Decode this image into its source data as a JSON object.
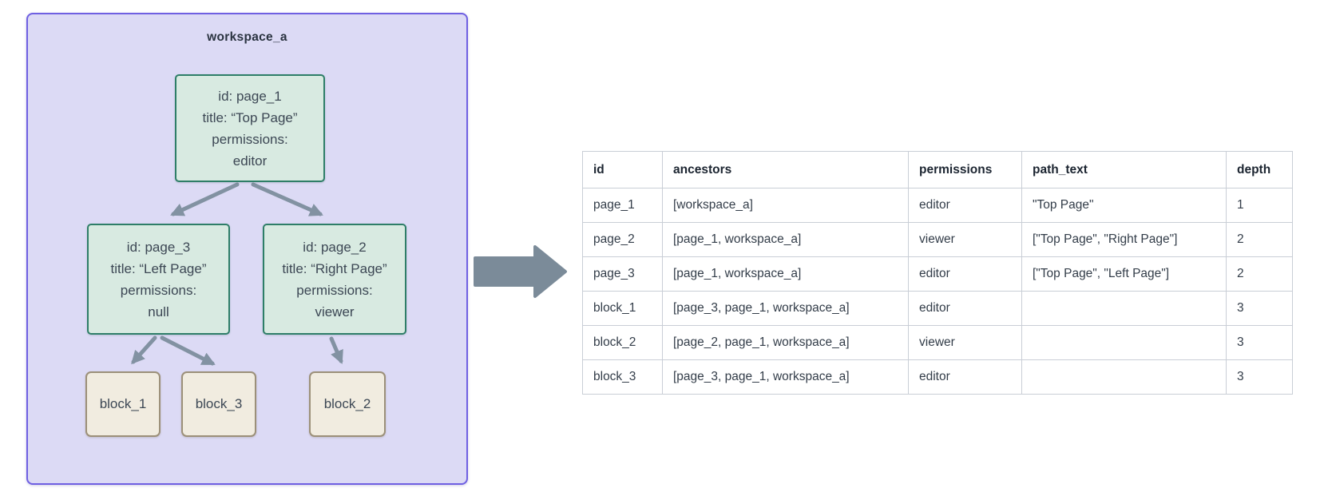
{
  "colors": {
    "workspace_fill": "#dcdaf5",
    "workspace_border": "#6f60e2",
    "page_node_fill": "#d8eae1",
    "page_node_border": "#2e7e68",
    "block_fill": "#f1ece0",
    "block_border": "#9c9079",
    "arrow_gray": "#8292a2",
    "flow_arrow_gray": "#7b8b99",
    "table_border": "#c9ced6"
  },
  "workspace": {
    "title": "workspace_a",
    "pages": {
      "page_1": {
        "id_line": "id: page_1",
        "title_line": "title: “Top Page”",
        "perm_label": "permissions:",
        "perm_value": "editor"
      },
      "page_3": {
        "id_line": "id: page_3",
        "title_line": "title: “Left Page”",
        "perm_label": "permissions:",
        "perm_value": "null"
      },
      "page_2": {
        "id_line": "id: page_2",
        "title_line": "title: “Right Page”",
        "perm_label": "permissions:",
        "perm_value": "viewer"
      }
    },
    "blocks": {
      "block_1": {
        "label": "block_1"
      },
      "block_3": {
        "label": "block_3"
      },
      "block_2": {
        "label": "block_2"
      }
    }
  },
  "table": {
    "columns": [
      "id",
      "ancestors",
      "permissions",
      "path_text",
      "depth"
    ],
    "rows": [
      [
        "page_1",
        "[workspace_a]",
        "editor",
        "\"Top Page\"",
        "1"
      ],
      [
        "page_2",
        "[page_1, workspace_a]",
        "viewer",
        "[\"Top Page\", \"Right Page\"]",
        "2"
      ],
      [
        "page_3",
        "[page_1, workspace_a]",
        "editor",
        "[\"Top Page\", \"Left Page\"]",
        "2"
      ],
      [
        "block_1",
        "[page_3, page_1, workspace_a]",
        "editor",
        "",
        "3"
      ],
      [
        "block_2",
        "[page_2, page_1, workspace_a]",
        "viewer",
        "",
        "3"
      ],
      [
        "block_3",
        "[page_3, page_1, workspace_a]",
        "editor",
        "",
        "3"
      ]
    ]
  }
}
